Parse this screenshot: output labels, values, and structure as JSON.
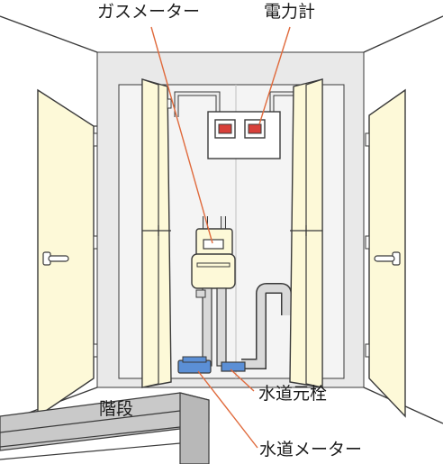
{
  "labels": {
    "gas_meter": "ガスメーター",
    "electric_meter": "電力計",
    "water_main_valve": "水道元栓",
    "stairs": "階段",
    "water_meter": "水道メーター"
  },
  "colors": {
    "outline": "#3a3a3a",
    "door_fill": "#fdf9d8",
    "wall_fill": "#e9e9e9",
    "cabinet_back": "#f4f4f4",
    "leader_line": "#e06a3c",
    "meter_indicator": "#d8403a",
    "water_meter_blue": "#5b8fd6",
    "pipe_fill": "#d9d9d9",
    "stairs_fill": "#c9c9c9"
  },
  "icons": {
    "door_handle": "lever-handle-icon",
    "door_hinge": "hinge-icon"
  }
}
